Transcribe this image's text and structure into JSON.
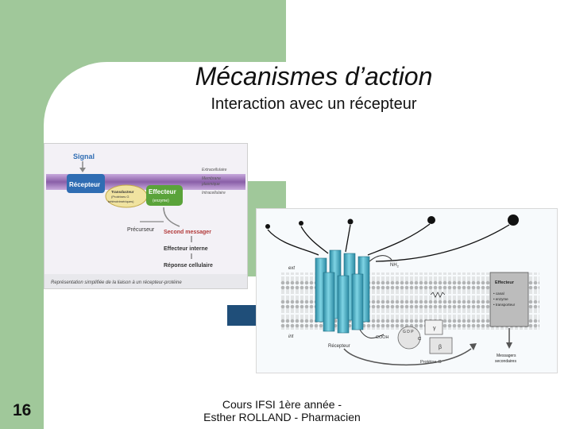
{
  "slide": {
    "title": "Mécanismes d’action",
    "subtitle": "Interaction avec un récepteur",
    "number": "16",
    "footer_line1": "Cours IFSI 1ère année -",
    "footer_line2": "Esther ROLLAND - Pharmacien"
  },
  "figure1": {
    "signal": "Signal",
    "extracellulaire": "Extracellulaire",
    "membrane_line1": "Membrane",
    "membrane_line2": "plasmique",
    "intracellulaire": "Intracellulaire",
    "recepteur": "Récepteur",
    "transducteur_line1": "Transducteur",
    "transducteur_line2": "(Protéines G",
    "transducteur_line3": "hétérotrimériques)",
    "effecteur": "Effecteur",
    "enzyme": "(enzyme)",
    "precurseur": "Précurseur",
    "second_messager": "Second messager",
    "effecteur_interne": "Effecteur interne",
    "reponse": "Réponse cellulaire",
    "caption": "Représentation simplifiée de la liaison à un récepteur-protéine"
  },
  "figure2": {
    "ext": "ext",
    "int": "int",
    "nh2": "NH",
    "nh2_sub": "2",
    "cooh": "COOH",
    "recepteur": "Récepteur",
    "proteine_g": "Protéine-G",
    "gamma": "γ",
    "alpha": "α",
    "beta": "β",
    "gdp": "G D P",
    "effecteur_title": "Effecteur",
    "effecteur_items": [
      "• canal",
      "• enzyme",
      "• transporteur"
    ],
    "messagers_line1": "Messagers",
    "messagers_line2": "secondaires"
  },
  "colors": {
    "green": "#a0c89a",
    "navy": "#1f4e79",
    "membrane_purple": "#8a5fa8",
    "receptor_blue": "#2f6db3",
    "effector_green": "#5aa33a",
    "cylinder_cyan": "#4fb3c8"
  }
}
